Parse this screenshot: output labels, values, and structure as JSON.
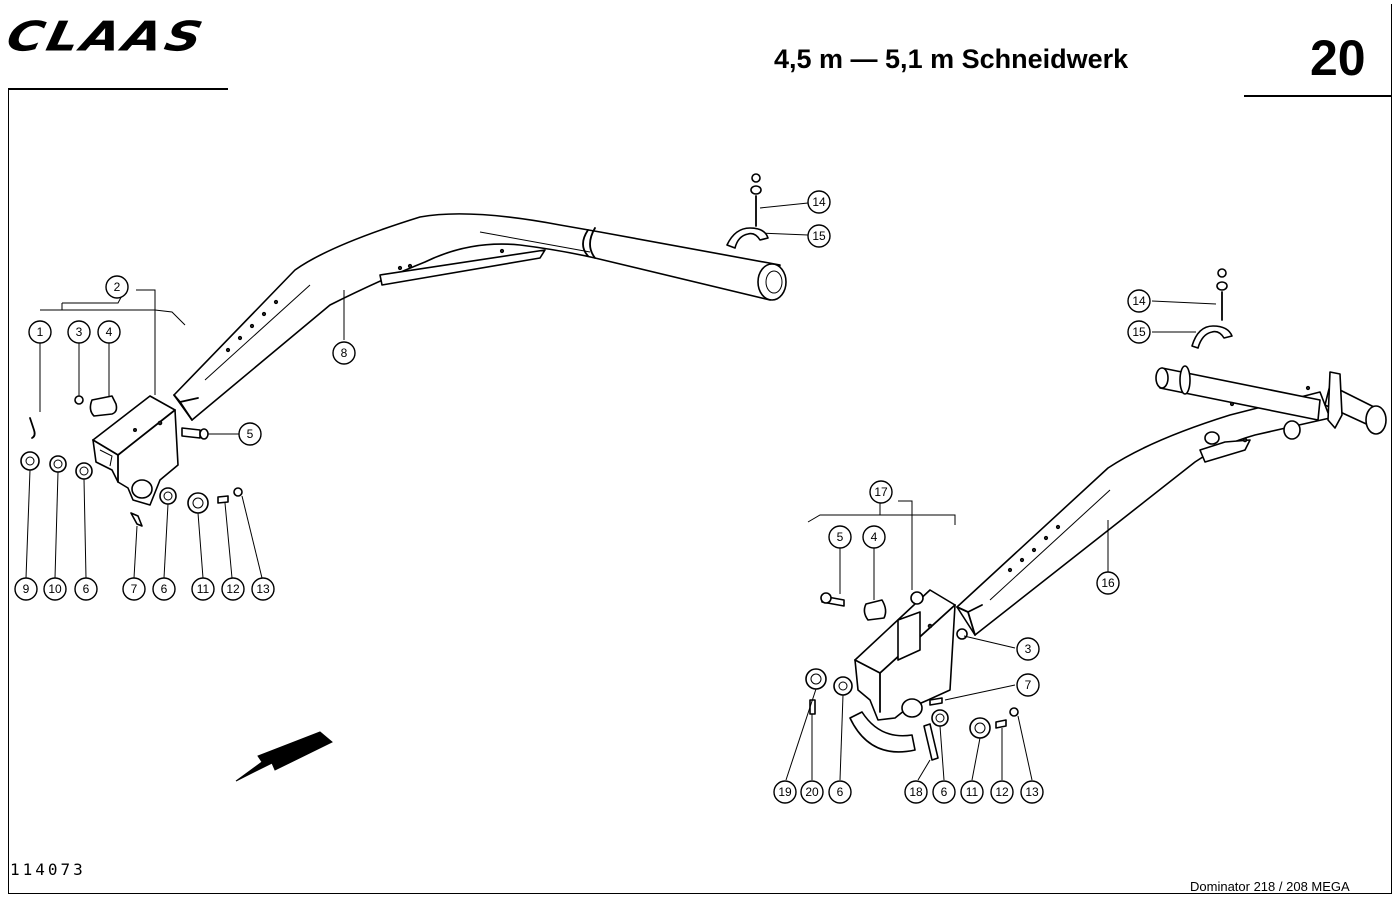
{
  "header": {
    "logo": "CLAAS",
    "title": "4,5 m — 5,1 m Schneidwerk",
    "page_number": "20"
  },
  "footer": {
    "drawing_number": "114073",
    "model": "Dominator 218 / 208 MEGA"
  },
  "callouts": {
    "left_assembly": [
      "1",
      "2",
      "3",
      "4",
      "5",
      "6",
      "6",
      "7",
      "8",
      "9",
      "10",
      "11",
      "12",
      "13",
      "14",
      "15"
    ],
    "right_assembly": [
      "3",
      "4",
      "5",
      "6",
      "6",
      "7",
      "11",
      "12",
      "13",
      "14",
      "15",
      "16",
      "17",
      "18",
      "19",
      "20"
    ]
  },
  "icons": {
    "direction_arrow": "arrow-down-left-icon"
  }
}
